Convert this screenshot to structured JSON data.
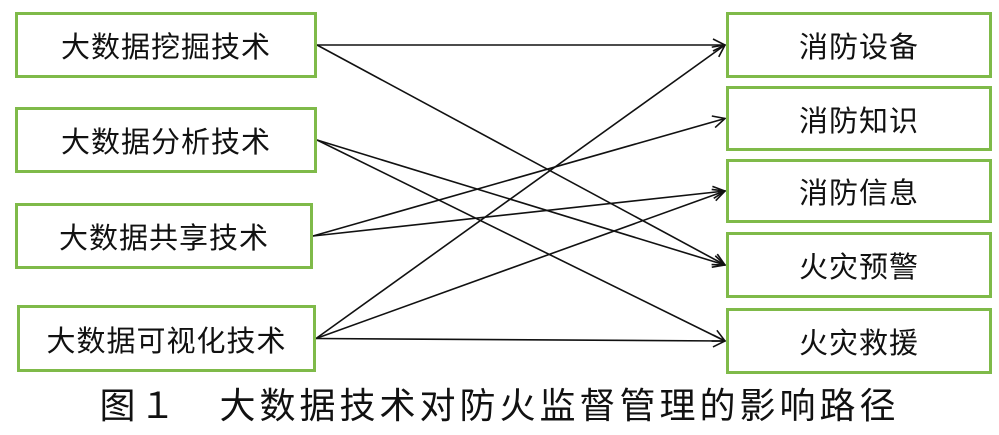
{
  "sources": [
    {
      "label": "大数据挖掘技术"
    },
    {
      "label": "大数据分析技术"
    },
    {
      "label": "大数据共享技术"
    },
    {
      "label": "大数据可视化技术"
    }
  ],
  "targets": [
    {
      "label": "消防设备"
    },
    {
      "label": "消防知识"
    },
    {
      "label": "消防信息"
    },
    {
      "label": "火灾预警"
    },
    {
      "label": "火灾救援"
    }
  ],
  "edges": [
    {
      "from": 0,
      "to": 0
    },
    {
      "from": 0,
      "to": 3
    },
    {
      "from": 1,
      "to": 3
    },
    {
      "from": 1,
      "to": 4
    },
    {
      "from": 2,
      "to": 1
    },
    {
      "from": 2,
      "to": 2
    },
    {
      "from": 3,
      "to": 0
    },
    {
      "from": 3,
      "to": 2
    },
    {
      "from": 3,
      "to": 4
    }
  ],
  "colors": {
    "box_border": "#7fba49",
    "arrow": "#111111"
  },
  "caption": "图１　大数据技术对防火监督管理的影响路径"
}
